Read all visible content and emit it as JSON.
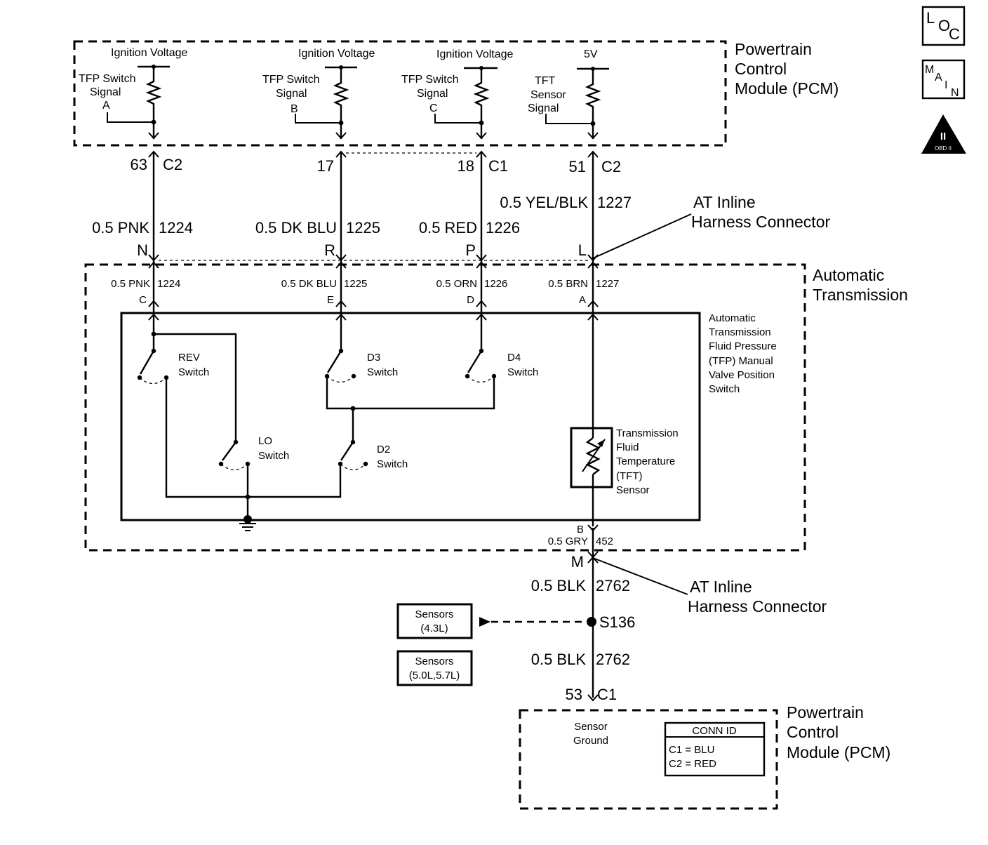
{
  "pcm_top": {
    "title_line1": "Powertrain",
    "title_line2": "Control",
    "title_line3": "Module (PCM)",
    "ckt_a": {
      "supply": "Ignition Voltage",
      "line1": "TFP Switch",
      "line2": "Signal",
      "line3": "A"
    },
    "ckt_b": {
      "supply": "Ignition Voltage",
      "line1": "TFP Switch",
      "line2": "Signal",
      "line3": "B"
    },
    "ckt_c": {
      "supply": "Ignition Voltage",
      "line1": "TFP Switch",
      "line2": "Signal",
      "line3": "C"
    },
    "ckt_tft": {
      "supply": "5V",
      "line1": "TFT",
      "line2": "Sensor",
      "line3": "Signal"
    }
  },
  "icons": {
    "loc": {
      "l": "L",
      "o": "O",
      "c": "C"
    },
    "main": {
      "m": "M",
      "a": "A",
      "i": "I",
      "n": "N"
    },
    "obd": {
      "numeral": "II",
      "label": "OBD II"
    }
  },
  "pcm_pins": {
    "a": {
      "pin": "63",
      "conn": "C2"
    },
    "b": {
      "pin": "17",
      "conn": ""
    },
    "c": {
      "pin": "18",
      "conn": "C1"
    },
    "d": {
      "pin": "51",
      "conn": "C2"
    }
  },
  "harness_wires": {
    "a": {
      "wire": "0.5 PNK",
      "ckt": "1224"
    },
    "b": {
      "wire": "0.5 DK BLU",
      "ckt": "1225"
    },
    "c": {
      "wire": "0.5 RED",
      "ckt": "1226"
    },
    "d": {
      "wire": "0.5 YEL/BLK",
      "ckt": "1227"
    }
  },
  "inline_top": {
    "pins": [
      "N",
      "R",
      "P",
      "L"
    ],
    "label_line1": "AT Inline",
    "label_line2": "Harness Connector"
  },
  "transmission": {
    "title_line1": "Automatic",
    "title_line2": "Transmission",
    "wires": [
      {
        "wire": "0.5 PNK",
        "ckt": "1224",
        "pin": "C"
      },
      {
        "wire": "0.5 DK BLU",
        "ckt": "1225",
        "pin": "E"
      },
      {
        "wire": "0.5 ORN",
        "ckt": "1226",
        "pin": "D"
      },
      {
        "wire": "0.5 BRN",
        "ckt": "1227",
        "pin": "A"
      }
    ],
    "tfp_label": [
      "Automatic",
      "Transmission",
      "Fluid Pressure",
      "(TFP) Manual",
      "Valve Position",
      "Switch"
    ],
    "switches": {
      "rev": {
        "line1": "REV",
        "line2": "Switch"
      },
      "d3": {
        "line1": "D3",
        "line2": "Switch"
      },
      "d4": {
        "line1": "D4",
        "line2": "Switch"
      },
      "lo": {
        "line1": "LO",
        "line2": "Switch"
      },
      "d2": {
        "line1": "D2",
        "line2": "Switch"
      }
    },
    "tft_label": [
      "Transmission",
      "Fluid",
      "Temperature",
      "(TFT)",
      "Sensor"
    ],
    "ground_pin": "B",
    "ground_wire": "0.5 GRY",
    "ground_ckt": "452"
  },
  "lower": {
    "inline_pin": "M",
    "inline_label_line1": "AT Inline",
    "inline_label_line2": "Harness Connector",
    "wire1": {
      "wire": "0.5 BLK",
      "ckt": "2762"
    },
    "splice": "S136",
    "wire2": {
      "wire": "0.5 BLK",
      "ckt": "2762"
    },
    "ref1": {
      "line1": "Sensors",
      "line2": "(4.3L)"
    },
    "ref2": {
      "line1": "Sensors",
      "line2": "(5.0L,5.7L)"
    },
    "pcm_pin": "53",
    "pcm_conn": "C1"
  },
  "pcm_bottom": {
    "title_line1": "Powertrain",
    "title_line2": "Control",
    "title_line3": "Module (PCM)",
    "sensor_ground_line1": "Sensor",
    "sensor_ground_line2": "Ground",
    "conn_id": {
      "header": "CONN ID",
      "row1": "C1 = BLU",
      "row2": "C2 = RED"
    }
  }
}
